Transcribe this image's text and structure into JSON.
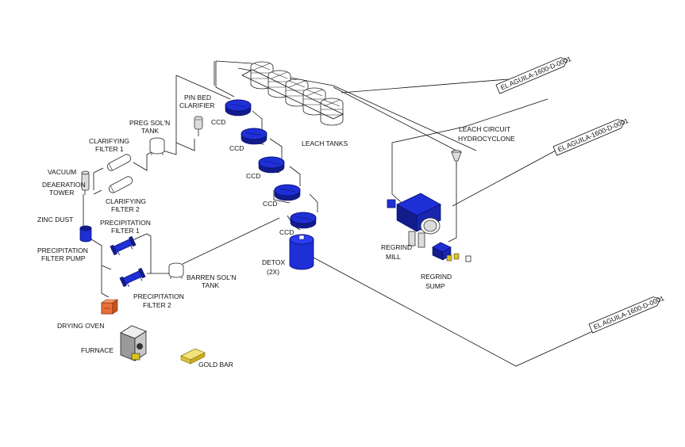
{
  "labels": {
    "leach_tanks": "LEACH TANKS",
    "pin_bed_l1": "PIN BED",
    "pin_bed_l2": "CLARIFIER",
    "preg_l1": "PREG SOL'N",
    "preg_l2": "TANK",
    "clar_f1_l1": "CLARIFYING",
    "clar_f1_l2": "FILTER 1",
    "clar_f2_l1": "CLARIFYING",
    "clar_f2_l2": "FILTER 2",
    "vacuum": "VACUUM",
    "deaeration_l1": "DEAERATION",
    "deaeration_l2": "TOWER",
    "zinc_dust": "ZINC DUST",
    "precip_pump_l1": "PRECIPITATION",
    "precip_pump_l2": "FILTER PUMP",
    "precip_f1_l1": "PRECIPITATION",
    "precip_f1_l2": "FILTER 1",
    "precip_f2_l1": "PRECIPITATION",
    "precip_f2_l2": "FILTER 2",
    "barren_l1": "BARREN SOL'N",
    "barren_l2": "TANK",
    "drying_oven": "DRYING OVEN",
    "furnace": "FURNACE",
    "gold_bar": "GOLD BAR",
    "ccd": "CCD",
    "detox_l1": "DETOX",
    "detox_l2": "(2X)",
    "hydro_l1": "LEACH CIRCUIT",
    "hydro_l2": "HYDROCYCLONE",
    "regrind_mill_l1": "REGRIND",
    "regrind_mill_l2": "MILL",
    "regrind_sump_l1": "REGRIND",
    "regrind_sump_l2": "SUMP"
  },
  "references": [
    "EL AGUILA-1600-D-0001",
    "EL AGUILA-1600-D-0001",
    "EL AGUILA-1600-D-0001"
  ],
  "colors": {
    "equipment_blue": "#1f2fd6",
    "line": "#111111",
    "gold": "#e8d24a",
    "oven": "#e8703a"
  }
}
